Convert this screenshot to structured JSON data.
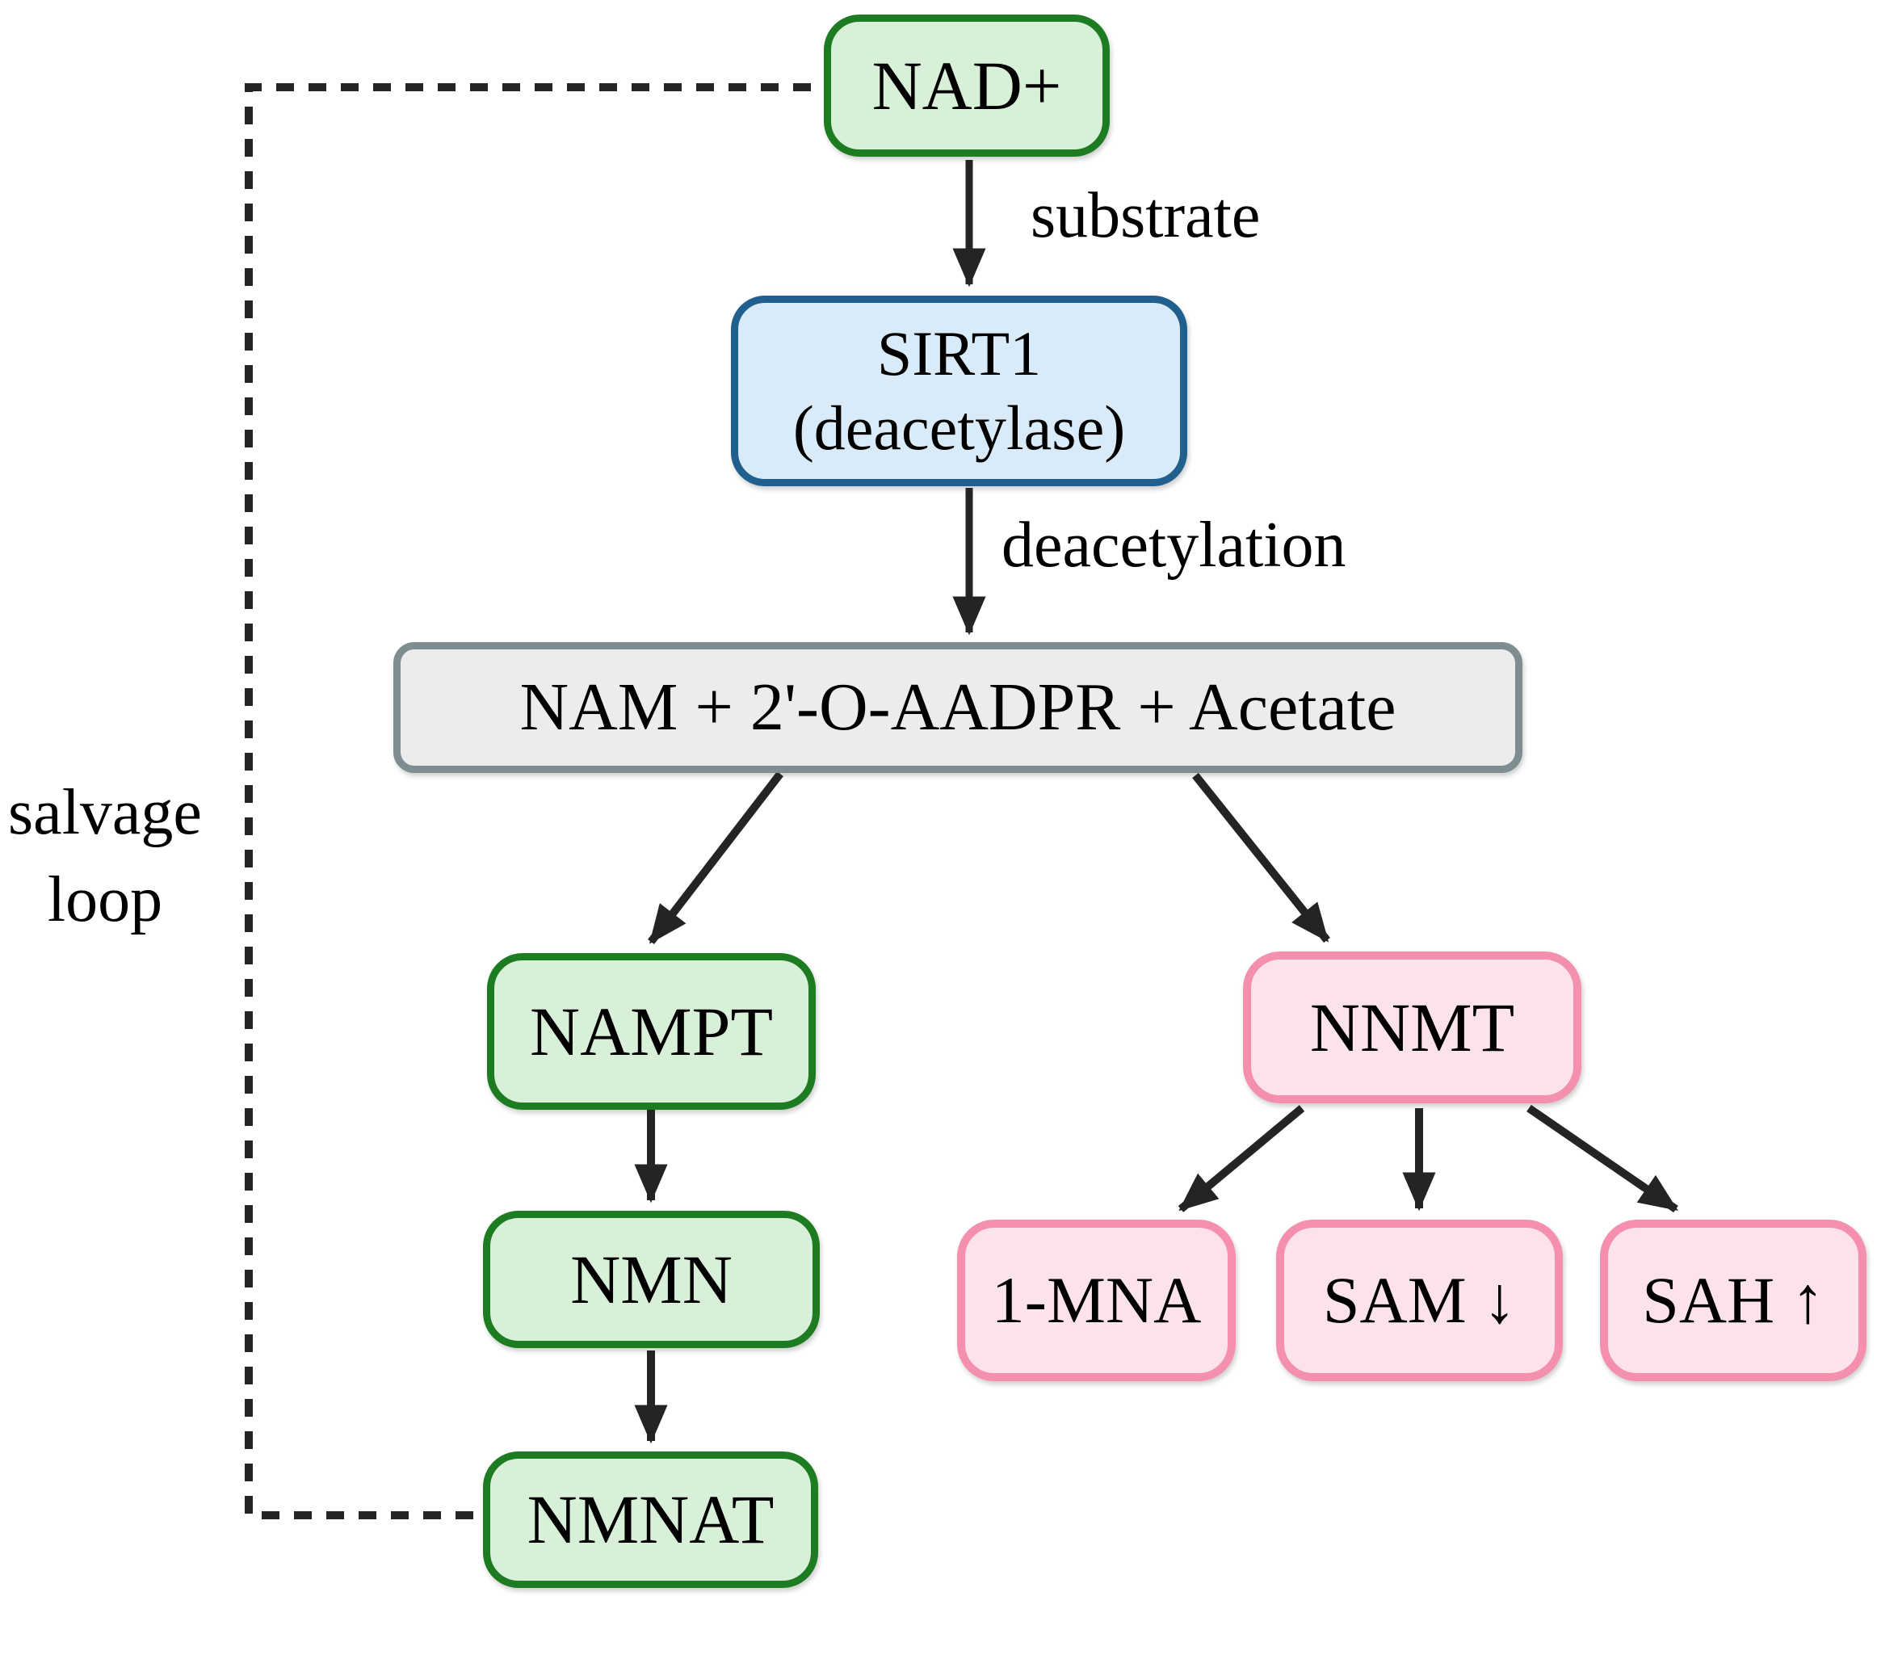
{
  "nodes": {
    "nad": {
      "label": "NAD+"
    },
    "sirt1": {
      "line1": "SIRT1",
      "line2": "(deacetylase)"
    },
    "products": {
      "label": "NAM + 2'-O-AADPR + Acetate"
    },
    "nampt": {
      "label": "NAMPT"
    },
    "nmn": {
      "label": "NMN"
    },
    "nmnat": {
      "label": "NMNAT"
    },
    "nnmt": {
      "label": "NNMT"
    },
    "mna": {
      "label": "1-MNA"
    },
    "sam": {
      "label": "SAM ↓"
    },
    "sah": {
      "label": "SAH ↑"
    }
  },
  "edge_labels": {
    "substrate": "substrate",
    "deacetylation": "deacetylation",
    "salvage_line1": "salvage",
    "salvage_line2": "loop"
  },
  "colors": {
    "green_fill": "#d8efd8",
    "green_border": "#1d7c21",
    "blue_fill": "#d9eaf8",
    "blue_border": "#1f608f",
    "gray_fill": "#ececec",
    "gray_border": "#7e8e90",
    "pink_fill": "#fce3eb",
    "pink_border": "#f48fad",
    "line": "#242424"
  }
}
